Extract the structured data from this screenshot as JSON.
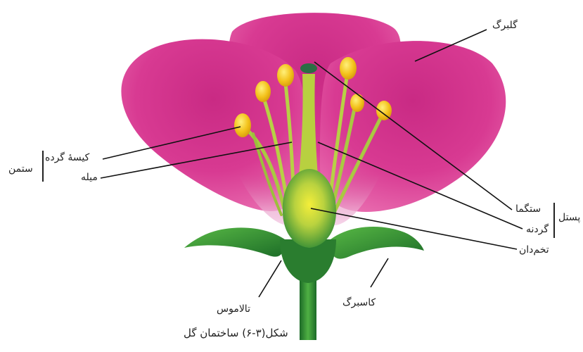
{
  "labels": {
    "petal": "گلبرگ",
    "stigma": "ستگما",
    "style": "گردنه",
    "ovary": "تخم‌دان",
    "pistil": "پستل",
    "anther": "کیسهٔ گرده",
    "filament": "میله",
    "stamen": "ستمن",
    "sepal": "کاسبرگ",
    "thalamus": "تالاموس"
  },
  "caption": "شکل(۳-۶)  ساختمان گل",
  "colors": {
    "petal": "#d0338a",
    "petal_light": "#e77bb6",
    "petal_vein": "#f3b8d8",
    "green_dark": "#1f7a2a",
    "green": "#3fa33a",
    "yellow_green": "#c9d84a",
    "anther": "#f2c319",
    "stigma": "#2b6e44"
  }
}
